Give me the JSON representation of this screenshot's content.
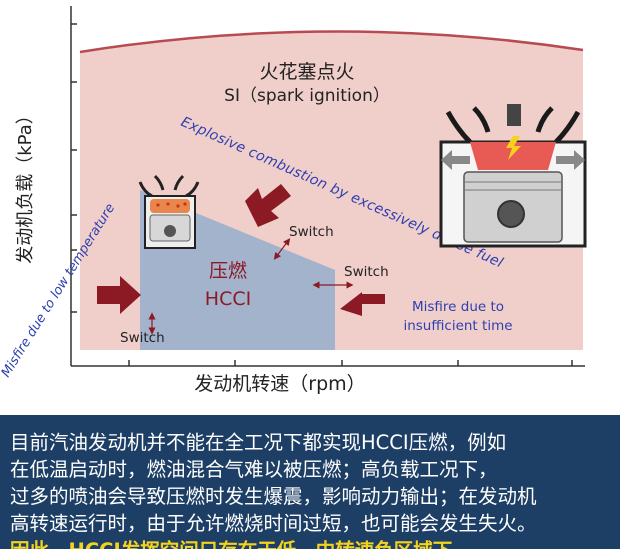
{
  "diagram": {
    "x_axis_label": "发动机转速（rpm）",
    "y_axis_label": "发动机负载（kPa）",
    "si_label_zh": "火花塞点火",
    "si_label_en": "SI（spark ignition）",
    "hcci_label_zh": "压燃",
    "hcci_label_en": "HCCI",
    "switch_label": "Switch",
    "explosive_note": "Explosive combustion by excessively dense fuel",
    "low_temp_note": "Misfire due to low temperature",
    "insufficient_time_note": "Misfire due to insufficient time",
    "colors": {
      "si_region": "#f0cfcb",
      "si_border": "#b84a52",
      "hcci_region": "#a3b3cc",
      "arrow": "#8b1a25",
      "blue_text": "#2e3fb0",
      "axis": "#333333"
    },
    "icons": [
      "piston-engine-small-icon",
      "piston-engine-large-icon"
    ]
  },
  "caption": {
    "lines": [
      "目前汽油发动机并不能在全工况下都实现HCCI压燃，例如",
      "在低温启动时，燃油混合气难以被压燃；高负载工况下，",
      "过多的喷油会导致压燃时发生爆震，影响动力输出；在发动机",
      "高转速运行时，由于允许燃烧时间过短，也可能会发生失火。"
    ],
    "highlight": "因此，HCCI发挥空间只存在于低、中转速负区域下"
  }
}
